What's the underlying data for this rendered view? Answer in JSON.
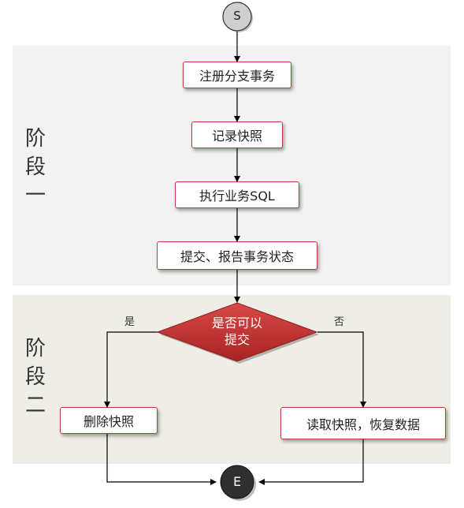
{
  "start_label": "S",
  "end_label": "E",
  "phase1": {
    "chars": [
      "阶",
      "段",
      "一"
    ]
  },
  "phase2": {
    "chars": [
      "阶",
      "段",
      "二"
    ]
  },
  "steps": {
    "register": "注册分支事务",
    "snapshot": "记录快照",
    "execute": "执行业务SQL",
    "report": "提交、报告事务状态"
  },
  "decision": {
    "line1": "是否可以",
    "line2": "提交",
    "yes": "是",
    "no": "否"
  },
  "outcomes": {
    "delete": "删除快照",
    "restore": "读取快照，恢复数据"
  },
  "colors": {
    "accent": "#c23b3b",
    "diamond": "#c8302f",
    "end_node": "#2f2f2f",
    "start_node": "#cfcfcf"
  }
}
